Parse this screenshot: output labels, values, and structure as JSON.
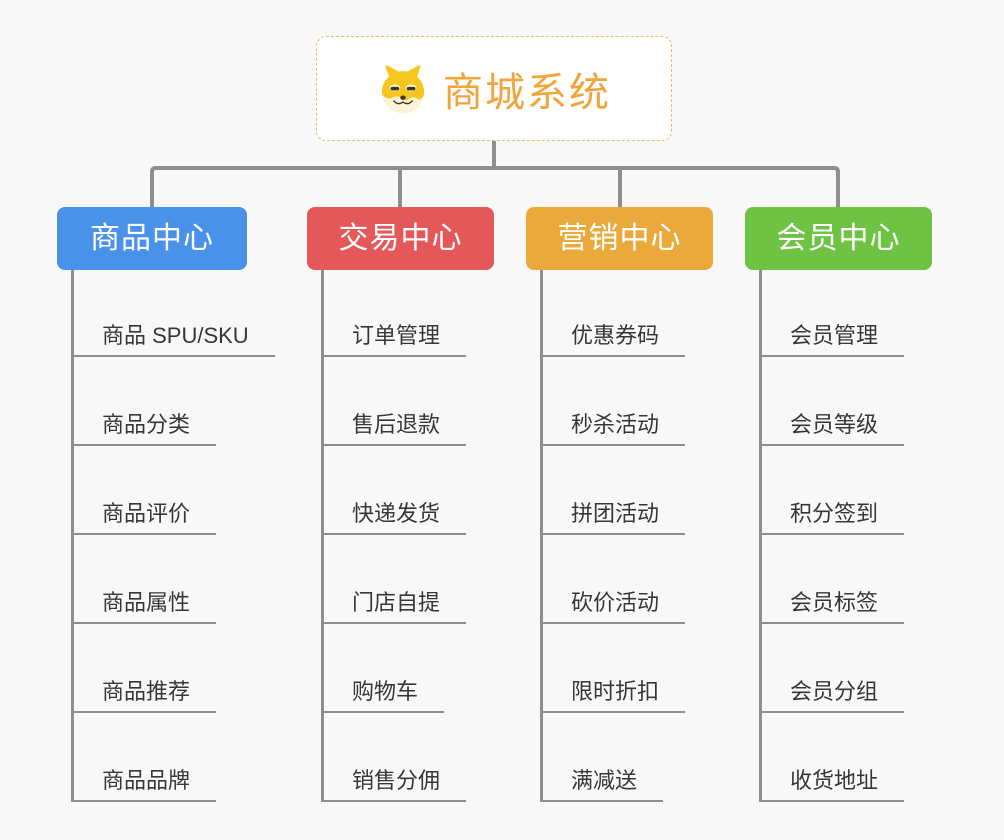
{
  "root": {
    "title": "商城系统",
    "icon": "doge-icon"
  },
  "branches": [
    {
      "id": "product-center",
      "label": "商品中心",
      "color": "#4a91e9",
      "items": [
        "商品 SPU/SKU",
        "商品分类",
        "商品评价",
        "商品属性",
        "商品推荐",
        "商品品牌"
      ]
    },
    {
      "id": "trade-center",
      "label": "交易中心",
      "color": "#e4585a",
      "items": [
        "订单管理",
        "售后退款",
        "快递发货",
        "门店自提",
        "购物车",
        "销售分佣"
      ]
    },
    {
      "id": "marketing-center",
      "label": "营销中心",
      "color": "#eba93b",
      "items": [
        "优惠券码",
        "秒杀活动",
        "拼团活动",
        "砍价活动",
        "限时折扣",
        "满减送"
      ]
    },
    {
      "id": "member-center",
      "label": "会员中心",
      "color": "#6ec244",
      "items": [
        "会员管理",
        "会员等级",
        "积分签到",
        "会员标签",
        "会员分组",
        "收货地址"
      ]
    }
  ],
  "colors": {
    "root_accent": "#f1a43c",
    "root_border": "#f2ba62",
    "connector_gray": "#8e8e8e",
    "leaf_text": "#373737",
    "canvas_bg": "#f8f8f8",
    "doge_yellow": "#f6c51e",
    "doge_cream": "#fcf3da",
    "doge_dark": "#453318"
  }
}
